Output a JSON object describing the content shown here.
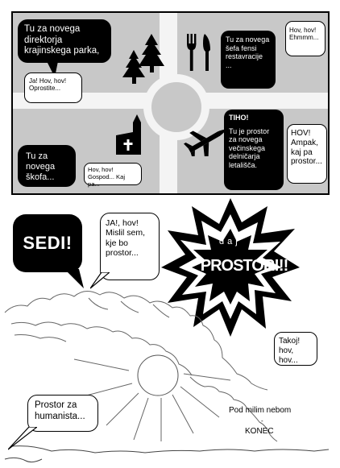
{
  "panel1": {
    "director": "Tu za novega direktorja krajinskega parka,",
    "director_reply": "Ja! Hov, hov! Oprostite...",
    "chef": "Tu za novega šefa fensi restavracije ...",
    "chef_reply": "Hov, hov! Ehmmm...",
    "bishop": "Tu za novega škofa...",
    "bishop_reply": "Hov, hov! Gospod... Kaj pa...",
    "airport_title": "TIHO!",
    "airport": "Tu je prostor za novega večinskega delničarja letališča.",
    "airport_reply": "HOV! Ampak, kaj pa prostor..."
  },
  "panel2": {
    "sit": "SEDI!",
    "reply": "JA!, hov! Mislil sem, kje bo prostor...",
    "burst_small": "daj",
    "burst_big": "PROSTOR!!!"
  },
  "panel3": {
    "takoj": "Takoj! hov, hov...",
    "humanist": "Prostor za humanista...",
    "sky": "Pod milim nebom",
    "dash": "-",
    "end": "KONEC"
  },
  "icons": {
    "trees": "pine-trees-icon",
    "restaurant": "fork-knife-icon",
    "church": "church-icon",
    "airport": "airplane-icon"
  }
}
